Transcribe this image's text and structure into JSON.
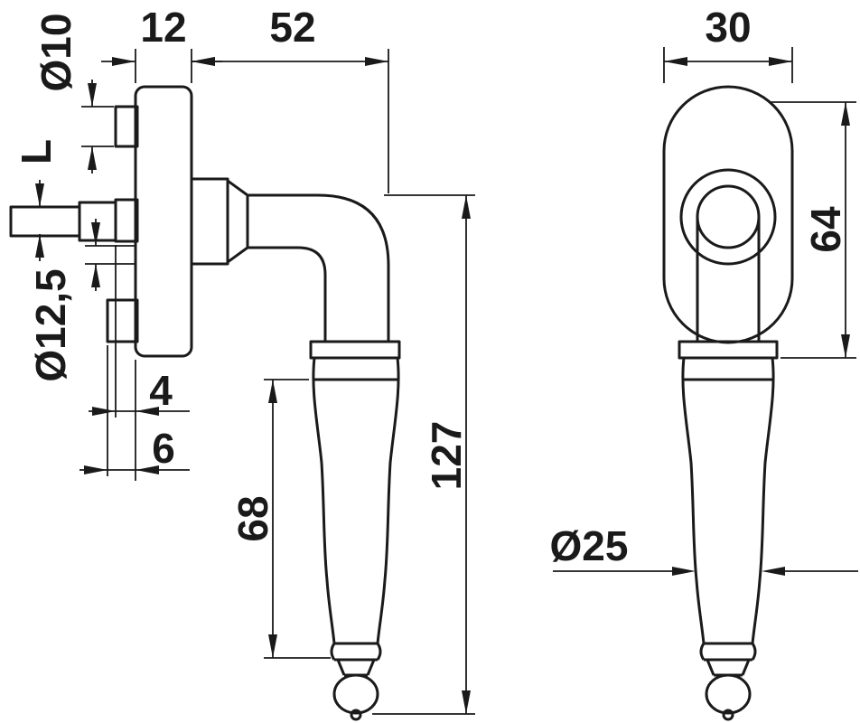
{
  "colors": {
    "ink": "#1a1a1a",
    "background": "#ffffff"
  },
  "dims": {
    "plate_thickness": "12",
    "projection": "52",
    "screw_boss_dia": "Ø10",
    "spindle_square": "L",
    "neck_dia": "Ø12,5",
    "upper_boss_depth": "4",
    "lower_boss_depth": "6",
    "grip_length": "68",
    "overall_length": "127",
    "rosette_width": "30",
    "rosette_length": "64",
    "grip_dia": "Ø25"
  }
}
